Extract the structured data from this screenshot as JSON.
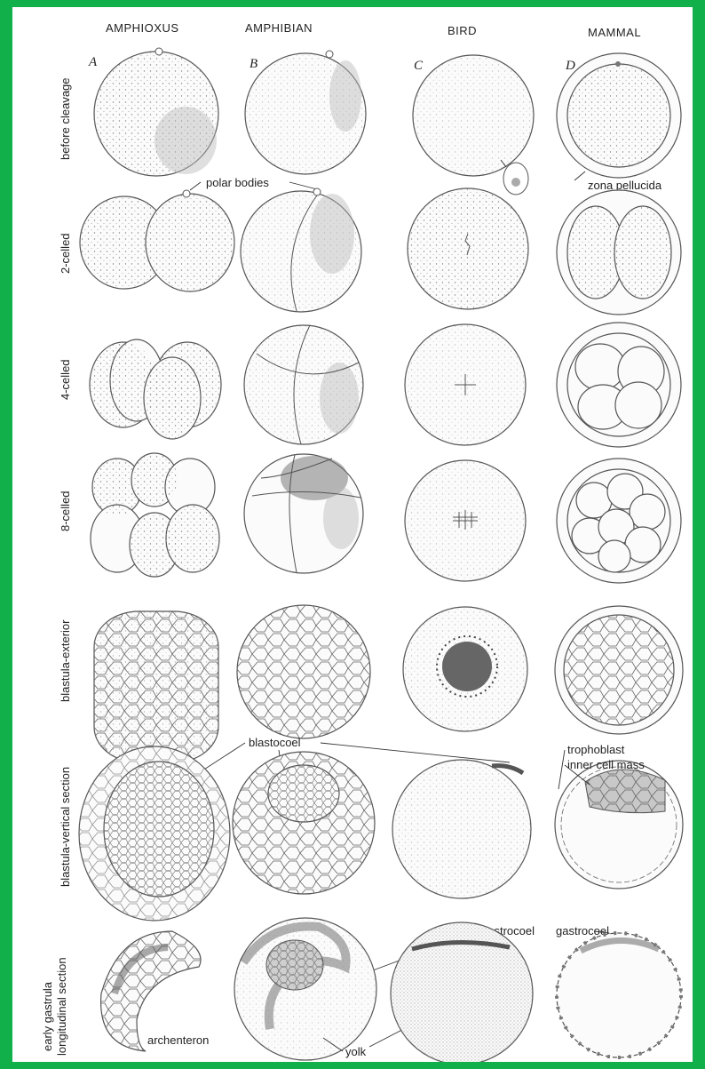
{
  "columns": [
    {
      "name": "AMPHIOXUS",
      "letter": "A"
    },
    {
      "name": "AMPHIBIAN",
      "letter": "B"
    },
    {
      "name": "BIRD",
      "letter": "C"
    },
    {
      "name": "MAMMAL",
      "letter": "D"
    }
  ],
  "rows": [
    {
      "label": "before cleavage"
    },
    {
      "label": "2-celled"
    },
    {
      "label": "4-celled"
    },
    {
      "label": "8-celled"
    },
    {
      "label": "blastula-exterior"
    },
    {
      "label": "blastula-vertical section"
    },
    {
      "label_line1": "early gastrula",
      "label_line2": "longitudinal section"
    }
  ],
  "annotations": {
    "polar_bodies": "polar bodies",
    "zona_pellucida": "zona pellucida",
    "blastocoel": "blastocoel",
    "trophoblast": "trophoblast",
    "inner_cell_mass": "inner cell mass",
    "gastrocoel": "gastrocoel",
    "archenteron": "archenteron",
    "yolk": "yolk"
  },
  "colors": {
    "border": "#12b04a",
    "ink": "#555555",
    "shade": "#b8b8b8"
  }
}
